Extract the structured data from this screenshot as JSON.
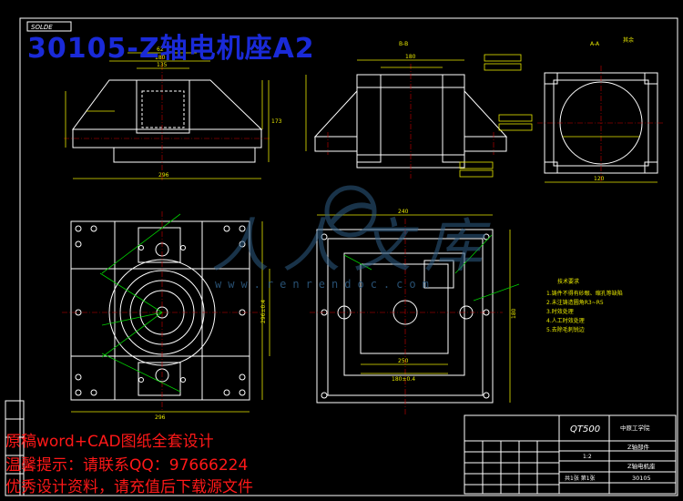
{
  "title": "30105-Z轴电机座A2",
  "part_tag": "SOLDE",
  "section_labels": {
    "top_center": "B-B",
    "top_right": "A-A",
    "roughness_note": "其余"
  },
  "notes_heading": "技术要求",
  "technical_notes": [
    "1.铸件不得有砂眼、缩孔等缺陷",
    "2.未注铸造圆角R3~R5",
    "3.时效处理",
    "4.人工时效处理",
    "5.去除毛刺锐边"
  ],
  "title_block": {
    "material": "QT500",
    "school": "中原工学院",
    "part_name": "Z轴电机座",
    "drawing_no": "30105",
    "scale": "1:2",
    "sheet": "共1张 第1张",
    "part_name_top": "Z轴部件"
  },
  "dims_front": [
    "296",
    "180",
    "135",
    "62",
    "173",
    "180",
    "120"
  ],
  "dims_plan": [
    "296",
    "240",
    "250",
    "180",
    "296±0.4",
    "180±0.4"
  ],
  "promo_lines": [
    "原稿word+CAD图纸全套设计",
    "温馨提示：请联系QQ：97666224",
    "优秀设计资料，请充值后下载源文件"
  ],
  "watermark": {
    "text": "人人文库",
    "url_text": "www.renrendoc.com"
  },
  "colors": {
    "background": "#000000",
    "outline": "#ffffff",
    "dimension": "#e8e800",
    "centerline": "#d00000",
    "title": "#1a2ad8",
    "promo": "#ff1818"
  }
}
